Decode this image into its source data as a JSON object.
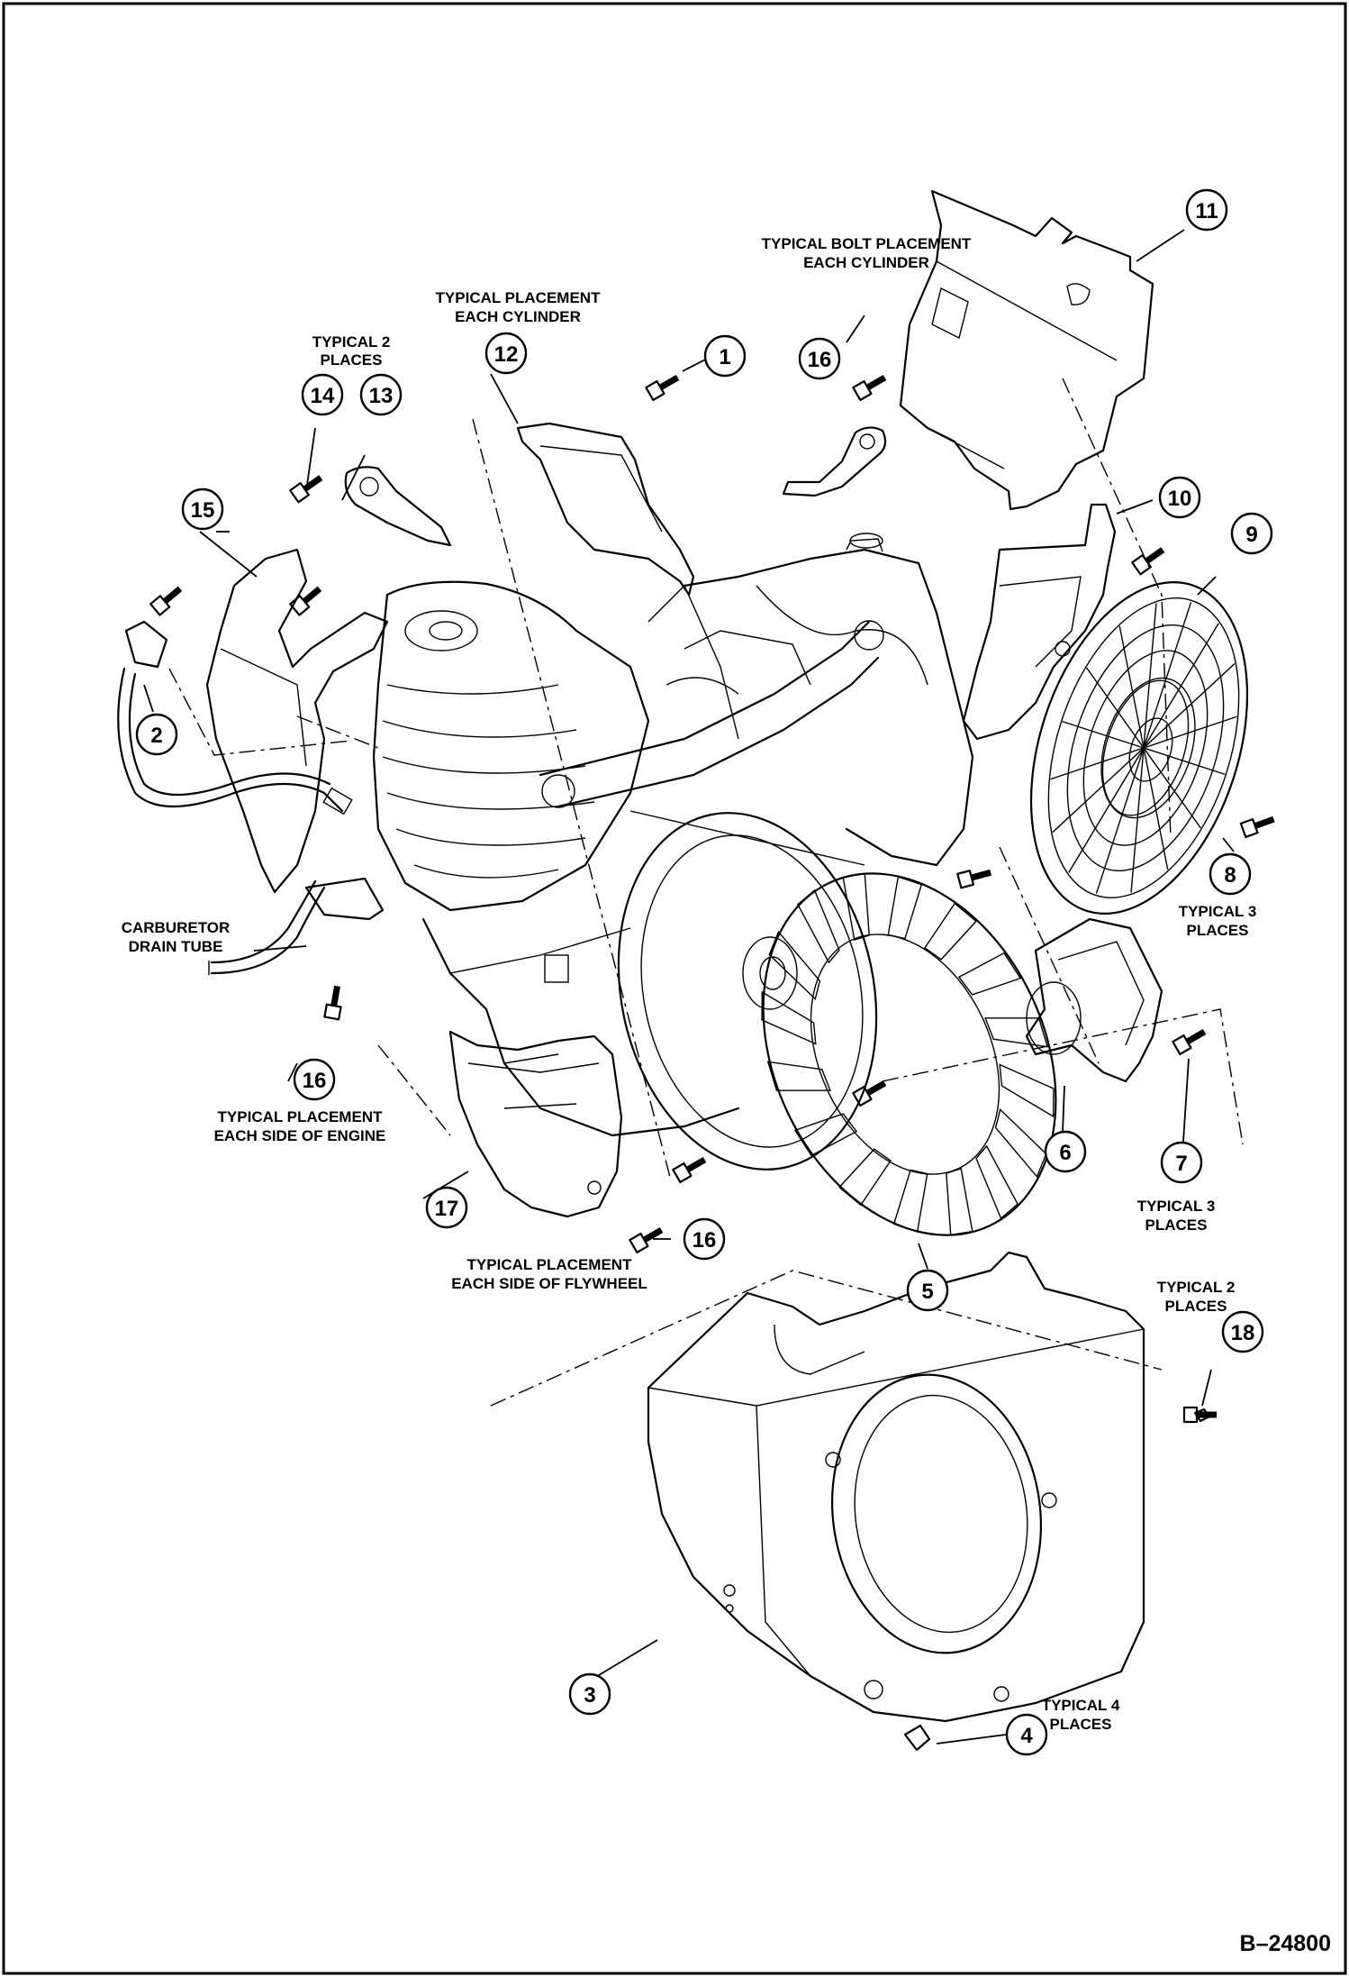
{
  "reference_number": "B–24800",
  "callouts": [
    "1",
    "2",
    "3",
    "4",
    "5",
    "6",
    "7",
    "8",
    "9",
    "10",
    "11",
    "12",
    "13",
    "14",
    "15",
    "16",
    "16",
    "16",
    "16",
    "17",
    "18"
  ],
  "notes": {
    "bolt_each_cylinder": [
      "TYPICAL BOLT  PLACEMENT",
      "EACH  CYLINDER"
    ],
    "placement_each_cylinder": [
      "TYPICAL PLACEMENT",
      "EACH  CYLINDER"
    ],
    "typical_2_places_top": [
      "TYPICAL 2",
      "PLACES"
    ],
    "carburetor_drain_tube": [
      "CARBURETOR",
      "DRAIN TUBE"
    ],
    "each_side_engine": [
      "TYPICAL PLACEMENT",
      "EACH SIDE OF ENGINE"
    ],
    "each_side_flywheel": [
      "TYPICAL PLACEMENT",
      "EACH SIDE OF FLYWHEEL"
    ],
    "typical_3_places_8": [
      "TYPICAL 3",
      "PLACES"
    ],
    "typical_3_places_7": [
      "TYPICAL 3",
      "PLACES"
    ],
    "typical_2_places_18": [
      "TYPICAL 2",
      "PLACES"
    ],
    "typical_4_places": [
      "TYPICAL 4",
      "PLACES"
    ]
  }
}
